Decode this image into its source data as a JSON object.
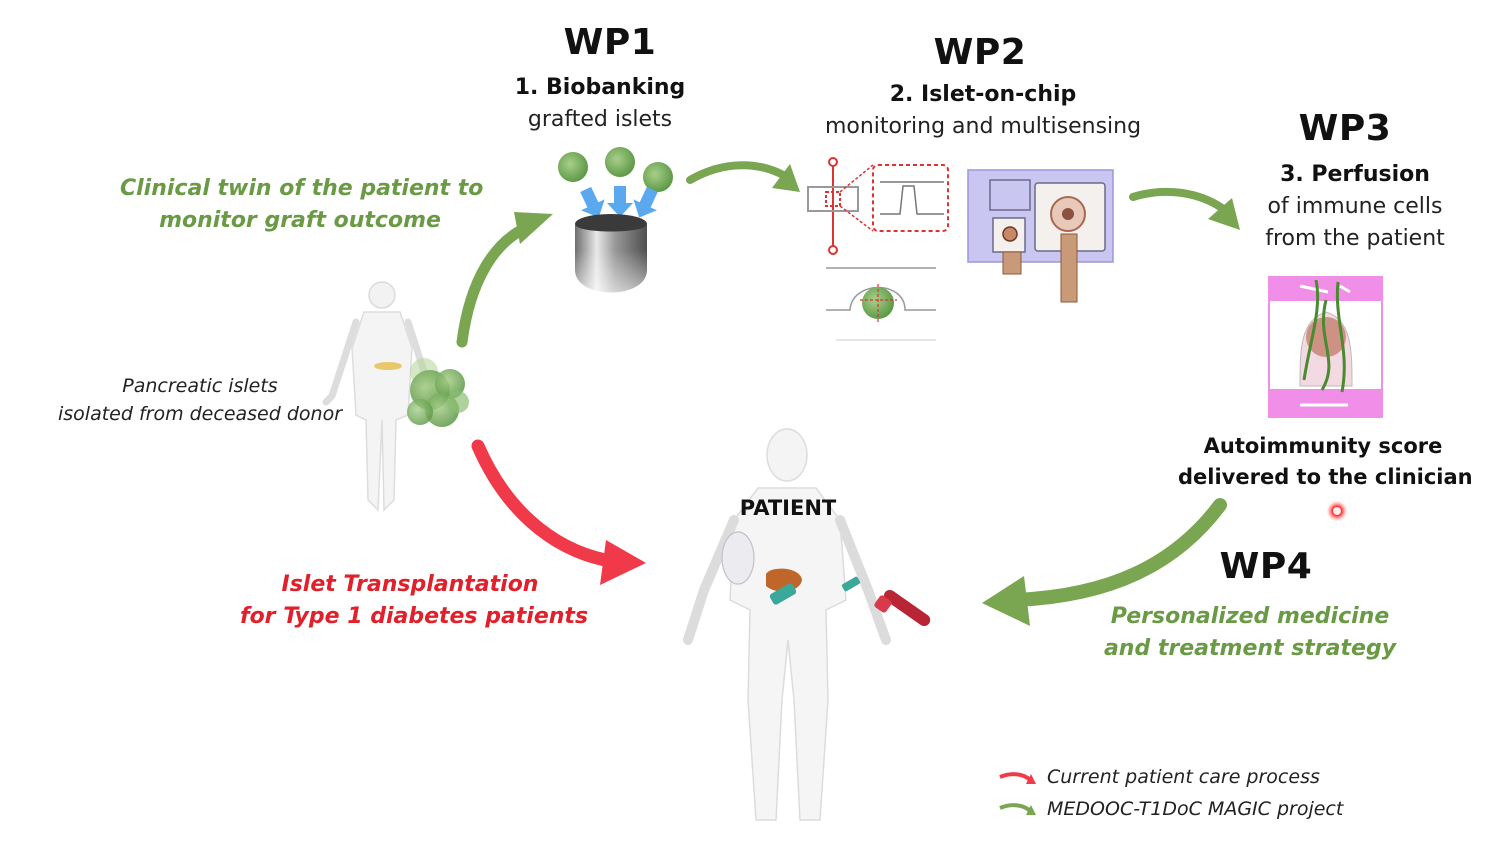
{
  "colors": {
    "green": "#7aa652",
    "red": "#f03a4a",
    "greenText": "#6a9a45",
    "redText": "#e0202a",
    "pink": "#f08ee8",
    "chip": "#c9c6f2"
  },
  "wp1": {
    "title": "WP1",
    "step": "1. Biobanking",
    "sub": "grafted islets"
  },
  "wp2": {
    "title": "WP2",
    "step": "2. Islet-on-chip",
    "sub": "monitoring and multisensing"
  },
  "wp3": {
    "title": "WP3",
    "step": "3. Perfusion",
    "sub1": "of immune cells",
    "sub2": "from the patient"
  },
  "wp4": {
    "title": "WP4",
    "line1": "Personalized medicine",
    "line2": "and treatment strategy"
  },
  "clinical_twin": {
    "line1": "Clinical twin of the patient to",
    "line2": "monitor graft outcome"
  },
  "donor": {
    "line1": "Pancreatic islets",
    "line2": "isolated from deceased donor"
  },
  "transplant": {
    "line1": "Islet Transplantation",
    "line2": "for Type 1 diabetes patients"
  },
  "score": {
    "line1": "Autoimmunity score",
    "line2": "delivered to the clinician"
  },
  "patient_label": "PATIENT",
  "legend": [
    {
      "label": "Current patient care process",
      "color": "#f03a4a"
    },
    {
      "label": "MEDOOC-T1DoC MAGIC project",
      "color": "#7aa652"
    }
  ],
  "icons": [
    "human-donor-icon",
    "islet-cluster-icon",
    "cryo-vial-icon",
    "chip-schematic-icon",
    "chip-device-icon",
    "perfusion-chamber-icon",
    "human-patient-icon",
    "blood-tube-icon",
    "laser-pointer-dot"
  ]
}
